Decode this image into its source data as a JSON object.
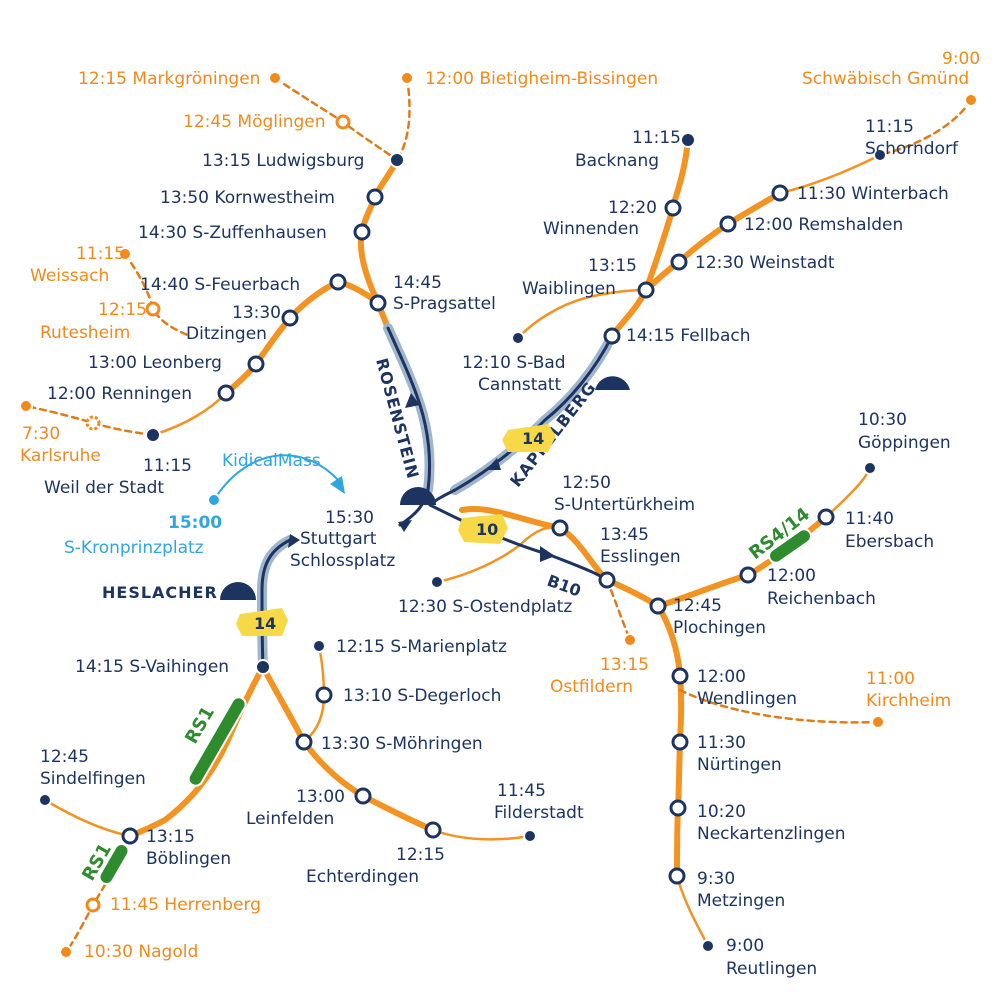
{
  "colors": {
    "navy": "#1d3461",
    "orange": "#f08a1c",
    "sky_blue": "#2fa6e0",
    "green": "#2e8b2e",
    "yellow": "#f7d948",
    "tunnel_grey": "#9fb6cc"
  },
  "kidical_mass": {
    "title": "KidicalMass",
    "start_time": "15:00",
    "start_name": "S-Kronprinzplatz"
  },
  "destination": {
    "time": "15:30",
    "line1": "Stuttgart",
    "line2": "Schlossplatz"
  },
  "tunnels": {
    "rosenstein": "ROSENSTEIN",
    "kappelberg": "KAPPELBERG",
    "heslacher": "HESLACHER"
  },
  "road_badges": {
    "b14_north": "14",
    "b10": "10",
    "b14_south": "14"
  },
  "road_labels": {
    "b10": "B10"
  },
  "cycleways": {
    "rs1_main": "RS1",
    "rs1_boeblingen": "RS1",
    "rs4_14": "RS4/14"
  },
  "stops": {
    "markgroeningen": {
      "time": "12:15",
      "name": "Markgröningen"
    },
    "bietigheim": {
      "time": "12:00",
      "name": "Bietigheim-Bissingen"
    },
    "moeglingen": {
      "time": "12:45",
      "name": "Möglingen"
    },
    "ludwigsburg": {
      "time": "13:15",
      "name": "Ludwigsburg"
    },
    "kornwestheim": {
      "time": "13:50",
      "name": "Kornwestheim"
    },
    "zuffenhausen": {
      "time": "14:30",
      "name": "S-Zuffenhausen"
    },
    "weissach": {
      "time": "11:15",
      "name": "Weissach"
    },
    "feuerbach": {
      "time": "14:40",
      "name": "S-Feuerbach"
    },
    "pragsattel": {
      "time": "14:45",
      "name": "S-Pragsattel"
    },
    "rutesheim": {
      "time": "12:15",
      "name": "Rutesheim"
    },
    "ditzingen": {
      "time": "13:30",
      "name": "Ditzingen"
    },
    "leonberg": {
      "time": "13:00",
      "name": "Leonberg"
    },
    "renningen": {
      "time": "12:00",
      "name": "Renningen"
    },
    "karlsruhe": {
      "time": "7:30",
      "name": "Karlsruhe"
    },
    "weil_der_stadt": {
      "time": "11:15",
      "name": "Weil der Stadt"
    },
    "backnang": {
      "time": "11:15",
      "name": "Backnang"
    },
    "winnenden": {
      "time": "12:20",
      "name": "Winnenden"
    },
    "waiblingen": {
      "time": "13:15",
      "name": "Waiblingen"
    },
    "bad_cannstatt": {
      "time": "12:10",
      "name": "S-Bad",
      "name2": "Cannstatt"
    },
    "fellbach": {
      "time": "14:15",
      "name": "Fellbach"
    },
    "schwaebisch_gmuend": {
      "time": "9:00",
      "name": "Schwäbisch Gmünd"
    },
    "schorndorf": {
      "time": "11:15",
      "name": "Schorndorf"
    },
    "winterbach": {
      "time": "11:30",
      "name": "Winterbach"
    },
    "remshalden": {
      "time": "12:00",
      "name": "Remshalden"
    },
    "weinstadt": {
      "time": "12:30",
      "name": "Weinstadt"
    },
    "goeppingen": {
      "time": "10:30",
      "name": "Göppingen"
    },
    "ebersbach": {
      "time": "11:40",
      "name": "Ebersbach"
    },
    "reichenbach": {
      "time": "12:00",
      "name": "Reichenbach"
    },
    "untertuerkheim": {
      "time": "12:50",
      "name": "S-Untertürkheim"
    },
    "esslingen": {
      "time": "13:45",
      "name": "Esslingen"
    },
    "plochingen": {
      "time": "12:45",
      "name": "Plochingen"
    },
    "ostendplatz": {
      "time": "12:30",
      "name": "S-Ostendplatz"
    },
    "ostfildern": {
      "time": "13:15",
      "name": "Ostfildern"
    },
    "wendlingen": {
      "time": "12:00",
      "name": "Wendlingen"
    },
    "kirchheim": {
      "time": "11:00",
      "name": "Kirchheim"
    },
    "nuertingen": {
      "time": "11:30",
      "name": "Nürtingen"
    },
    "neckartenzlingen": {
      "time": "10:20",
      "name": "Neckartenzlingen"
    },
    "metzingen": {
      "time": "9:30",
      "name": "Metzingen"
    },
    "reutlingen": {
      "time": "9:00",
      "name": "Reutlingen"
    },
    "vaihingen": {
      "time": "14:15",
      "name": "S-Vaihingen"
    },
    "marienplatz": {
      "time": "12:15",
      "name": "S-Marienplatz"
    },
    "degerloch": {
      "time": "13:10",
      "name": "S-Degerloch"
    },
    "moehringen": {
      "time": "13:30",
      "name": "S-Möhringen"
    },
    "filderstadt": {
      "time": "11:45",
      "name": "Filderstadt"
    },
    "leinfelden": {
      "time": "13:00",
      "name": "Leinfelden"
    },
    "echterdingen": {
      "time": "12:15",
      "name": "Echterdingen"
    },
    "sindelfingen": {
      "time": "12:45",
      "name": "Sindelfingen"
    },
    "boeblingen": {
      "time": "13:15",
      "name": "Böblingen"
    },
    "herrenberg": {
      "time": "11:45",
      "name": "Herrenberg"
    },
    "nagold": {
      "time": "10:30",
      "name": "Nagold"
    }
  }
}
